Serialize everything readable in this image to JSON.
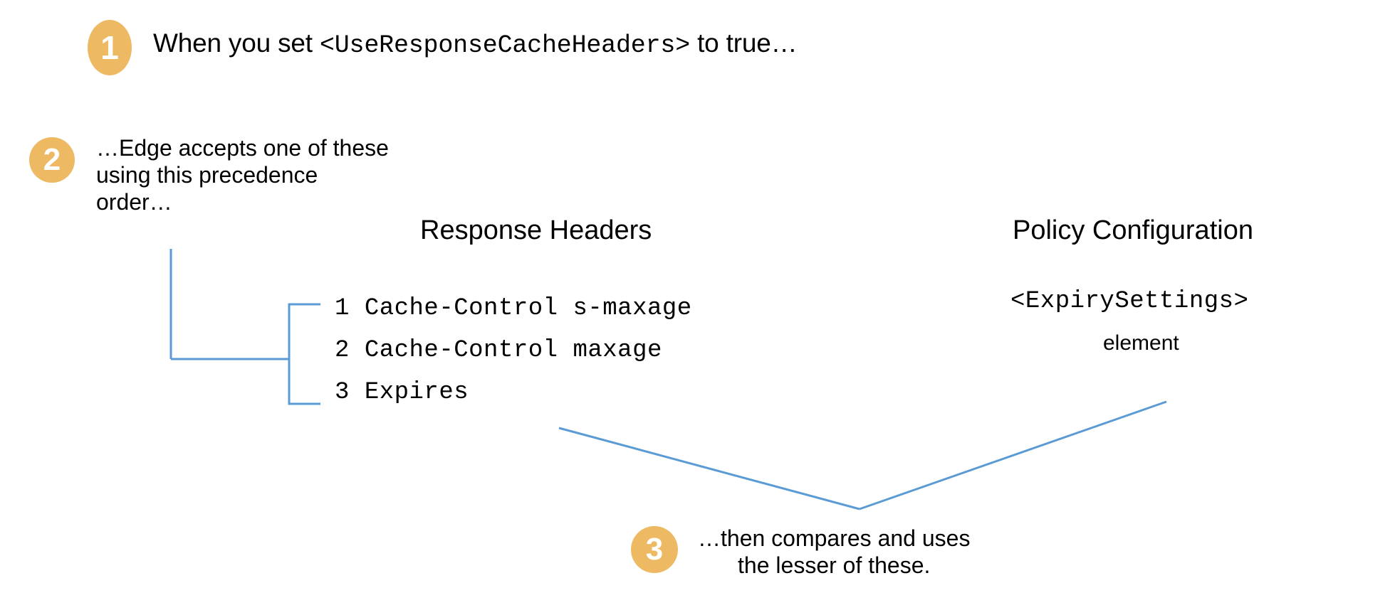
{
  "theme": {
    "background": "#ffffff",
    "badge_fill": "#edb963",
    "badge_text": "#ffffff",
    "connector_line": "#5b9bd5",
    "text": "#000000"
  },
  "steps": [
    {
      "number": "1",
      "text": "When you set ",
      "code": "<UseResponseCacheHeaders>",
      "text_after": " to true…"
    },
    {
      "number": "2",
      "text": "…Edge accepts one of these\nusing this precedence\norder…"
    },
    {
      "number": "3",
      "text": "…then compares and uses\nthe lesser of these."
    }
  ],
  "columns": {
    "response_headers": {
      "heading": "Response Headers",
      "items": [
        {
          "index": "1",
          "value": "Cache-Control s-maxage"
        },
        {
          "index": "2",
          "value": "Cache-Control maxage"
        },
        {
          "index": "3",
          "value": "Expires"
        }
      ]
    },
    "policy_configuration": {
      "heading": "Policy Configuration",
      "element_code": "<ExpirySettings>",
      "element_label": "element"
    }
  }
}
